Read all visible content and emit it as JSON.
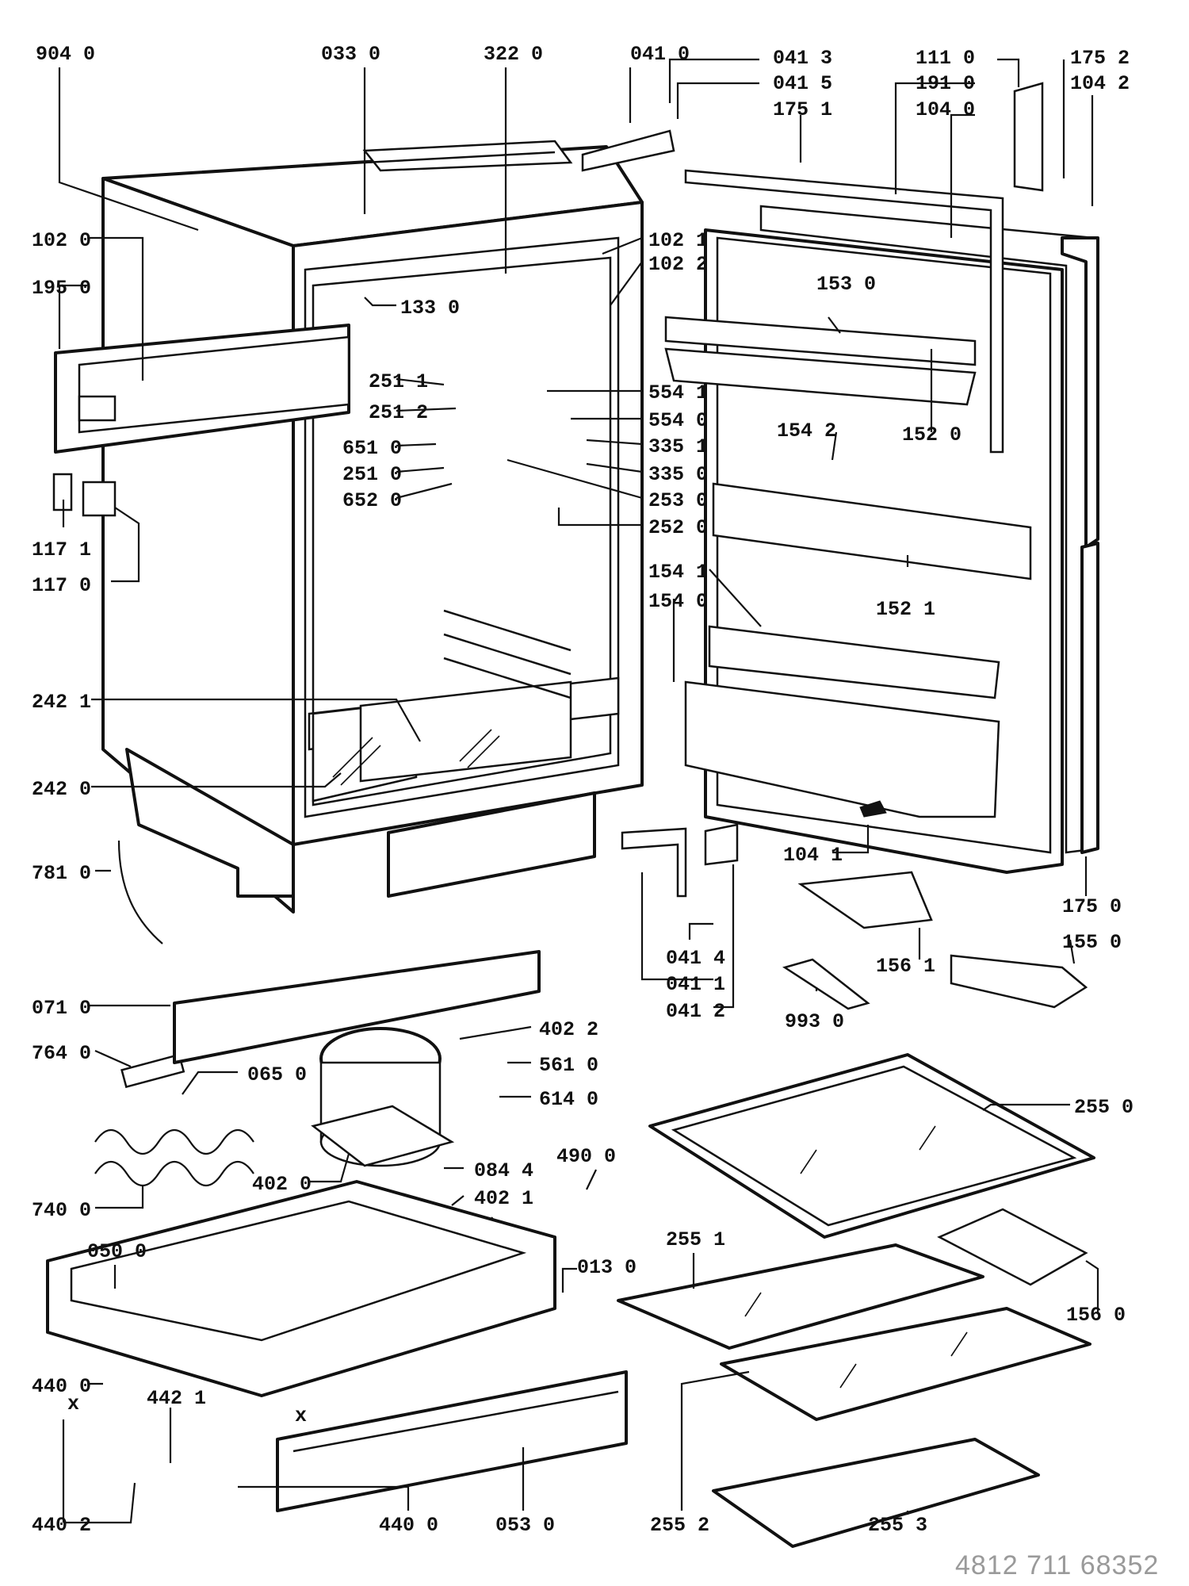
{
  "document_id": "4812 711 68352",
  "part_labels": [
    "904 0",
    "033 0",
    "322 0",
    "041 0",
    "041 3",
    "041 5",
    "175 1",
    "111 0",
    "175 2",
    "104 2",
    "191 0",
    "104 0",
    "102 0",
    "195 0",
    "133 0",
    "102 1",
    "102 2",
    "153 0",
    "251 1",
    "251 2",
    "554 1",
    "554 0",
    "651 0",
    "335 1",
    "251 0",
    "335 0",
    "652 0",
    "253 0",
    "252 0",
    "152 0",
    "154 2",
    "117 1",
    "117 0",
    "154 1",
    "154 0",
    "152 1",
    "242 1",
    "242 0",
    "104 1",
    "781 0",
    "175 0",
    "041 4",
    "041 1",
    "041 2",
    "156 1",
    "155 0",
    "993 0",
    "071 0",
    "402 2",
    "764 0",
    "065 0",
    "561 0",
    "614 0",
    "255 0",
    "402 0",
    "084 4",
    "490 0",
    "402 1",
    "740 0",
    "050 0",
    "255 1",
    "013 0",
    "156 0",
    "440 0",
    "442 1",
    "x",
    "x",
    "440 2",
    "440 0",
    "053 0",
    "255 2",
    "255 3"
  ]
}
